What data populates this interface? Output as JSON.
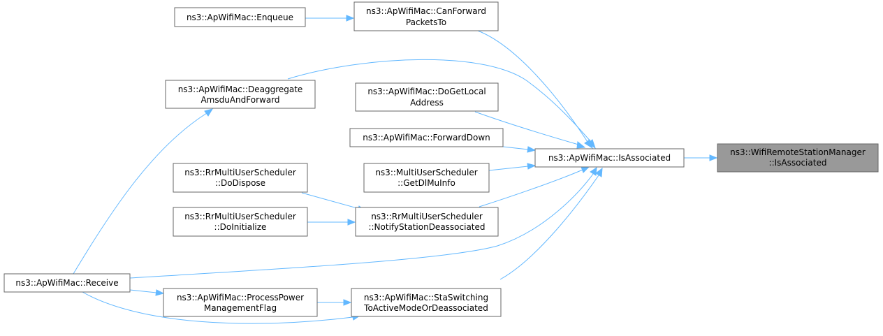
{
  "nodes": {
    "enqueue": [
      "ns3::ApWifiMac::Enqueue"
    ],
    "can_forward": [
      "ns3::ApWifiMac::CanForward",
      "PacketsTo"
    ],
    "deaggregate": [
      "ns3::ApWifiMac::Deaggregate",
      "AmsduAndForward"
    ],
    "do_get_local": [
      "ns3::ApWifiMac::DoGetLocal",
      "Address"
    ],
    "forward_down": [
      "ns3::ApWifiMac::ForwardDown"
    ],
    "is_associated": [
      "ns3::ApWifiMac::IsAssociated"
    ],
    "wrsm_is_associated": [
      "ns3::WifiRemoteStationManager",
      "::IsAssociated"
    ],
    "rr_do_dispose": [
      "ns3::RrMultiUserScheduler",
      "::DoDispose"
    ],
    "mu_get_dl_mu_info": [
      "ns3::MultiUserScheduler",
      "::GetDlMuInfo"
    ],
    "rr_do_initialize": [
      "ns3::RrMultiUserScheduler",
      "::DoInitialize"
    ],
    "rr_notify": [
      "ns3::RrMultiUserScheduler",
      "::NotifyStationDeassociated"
    ],
    "receive": [
      "ns3::ApWifiMac::Receive"
    ],
    "process_power": [
      "ns3::ApWifiMac::ProcessPower",
      "ManagementFlag"
    ],
    "sta_switching": [
      "ns3::ApWifiMac::StaSwitching",
      "ToActiveModeOrDeassociated"
    ]
  },
  "highlighted_node": "wrsm_is_associated",
  "colors": {
    "edge": "#63b8ff",
    "node_border": "#666666",
    "node_fill": "#ffffff",
    "highlight_fill": "#999999"
  }
}
